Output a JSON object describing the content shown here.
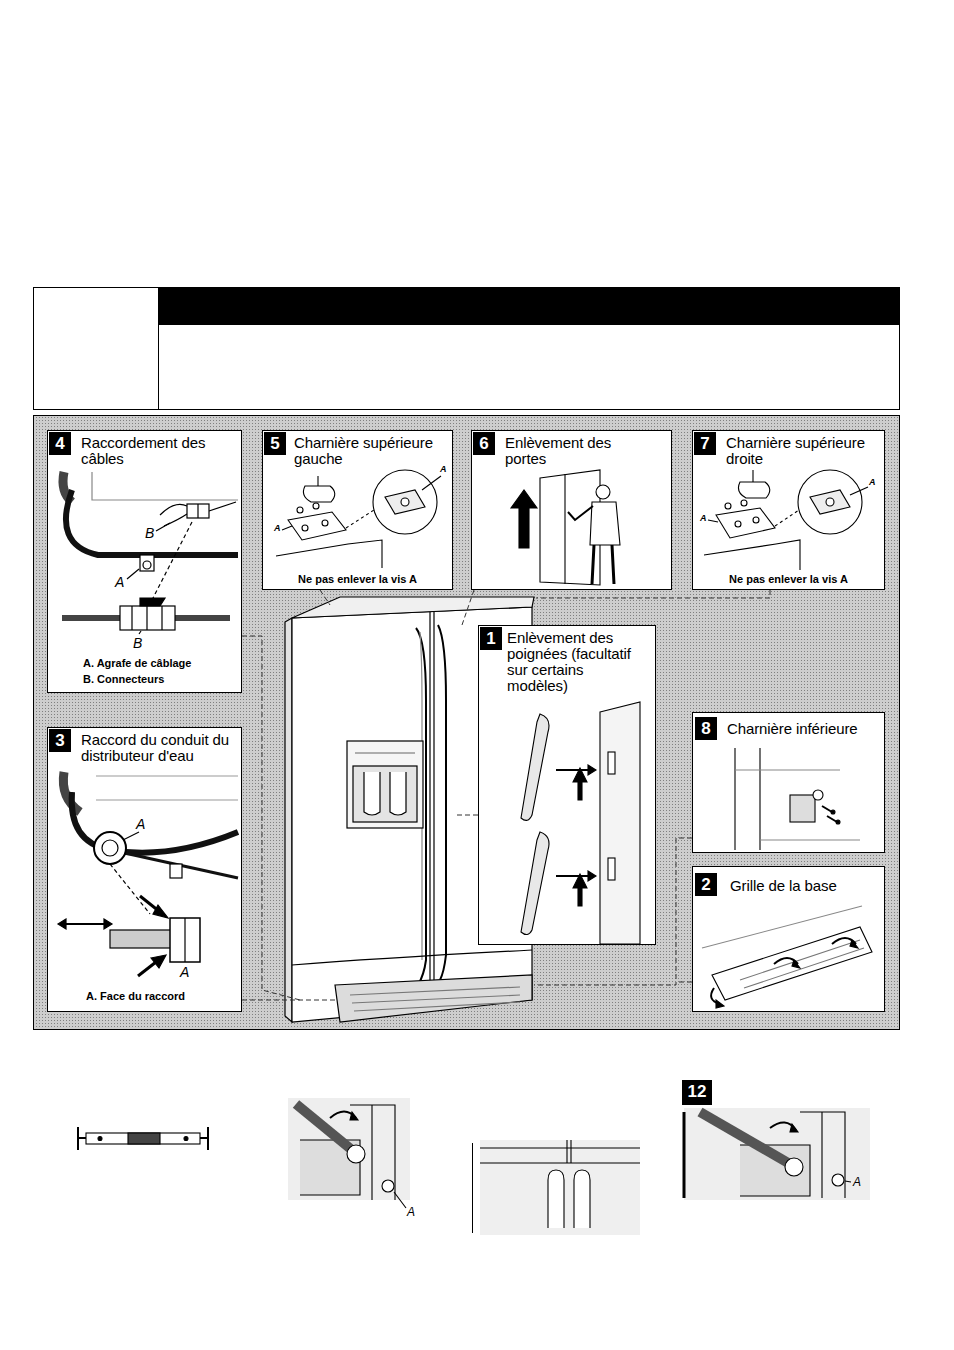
{
  "diagram": {
    "nodes": [
      {
        "text": [
          "4",
          "Raccordement des câbles",
          "A. Agrafe de câblage",
          "B. Connecteurs"
        ]
      },
      {
        "text": [
          "5",
          "Charnière supérieure gauche",
          "Ne pas enlever la vis A"
        ]
      },
      {
        "text": [
          "6",
          "Enlèvement des portes"
        ]
      },
      {
        "text": [
          "7",
          "Charnière supérieure droite",
          "Ne pas enlever la vis A"
        ]
      },
      {
        "text": [
          "1",
          "Enlèvement des poignées (facultatif sur certains modèles)"
        ]
      },
      {
        "text": [
          "3",
          "Raccord du conduit du distributeur d'eau",
          "A. Face du raccord"
        ]
      },
      {
        "text": [
          "8",
          "Charnière inférieure"
        ]
      },
      {
        "text": [
          "2",
          "Grille de la base"
        ]
      },
      {
        "text": [
          "12"
        ]
      }
    ],
    "labels": [
      "B",
      "A",
      "B",
      "A",
      "A",
      "A",
      "A",
      "A",
      "A",
      "A",
      "A"
    ]
  }
}
